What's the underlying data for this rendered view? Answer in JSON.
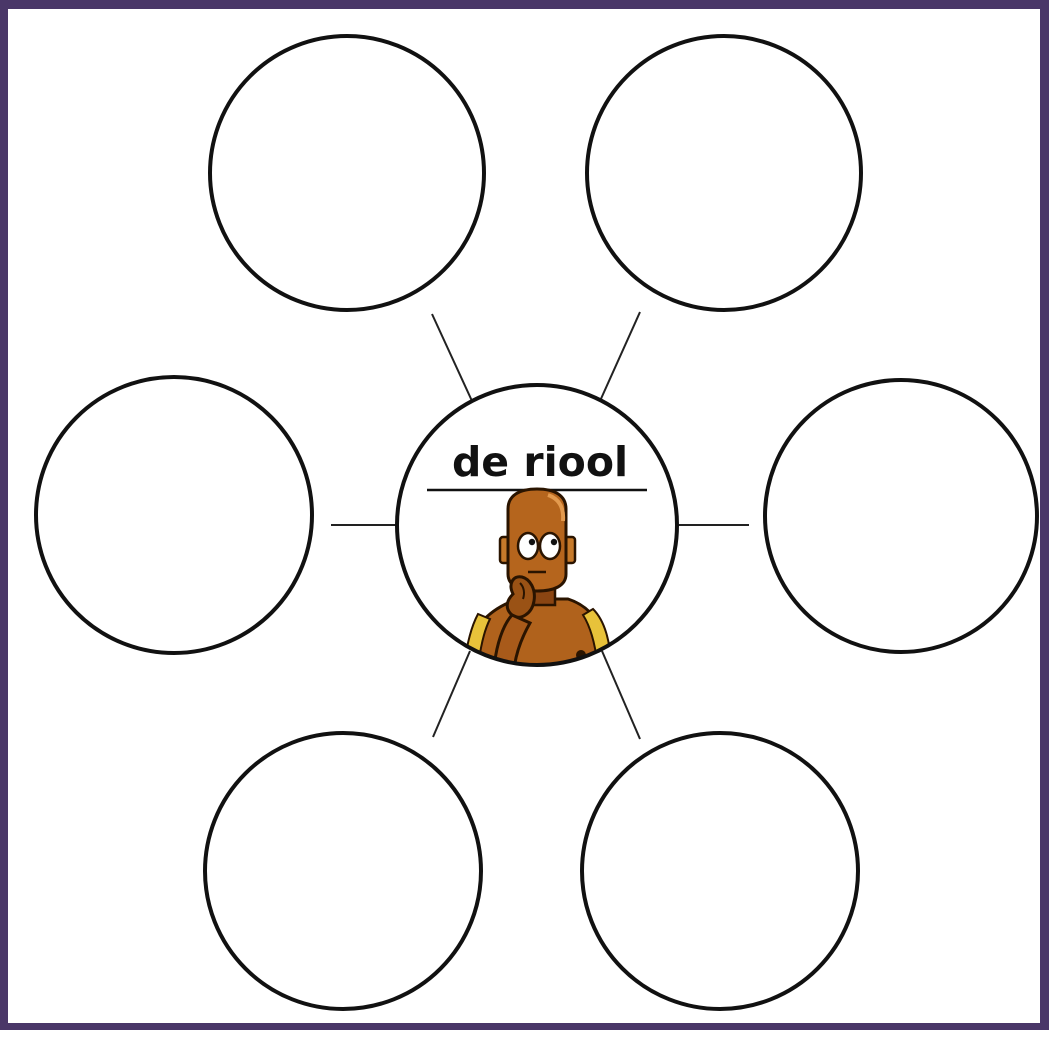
{
  "diagram": {
    "type": "concept-web",
    "center_label": "de riool",
    "center_image": "thinking-robot-icon",
    "outer_nodes": [
      {
        "id": "top-left",
        "label": ""
      },
      {
        "id": "top-right",
        "label": ""
      },
      {
        "id": "left",
        "label": ""
      },
      {
        "id": "right",
        "label": ""
      },
      {
        "id": "bottom-left",
        "label": ""
      },
      {
        "id": "bottom-right",
        "label": ""
      }
    ]
  },
  "colors": {
    "frame": "#4a3768",
    "stroke": "#111111",
    "robot_body": "#b0621c",
    "robot_shadow": "#7a3c0c"
  }
}
